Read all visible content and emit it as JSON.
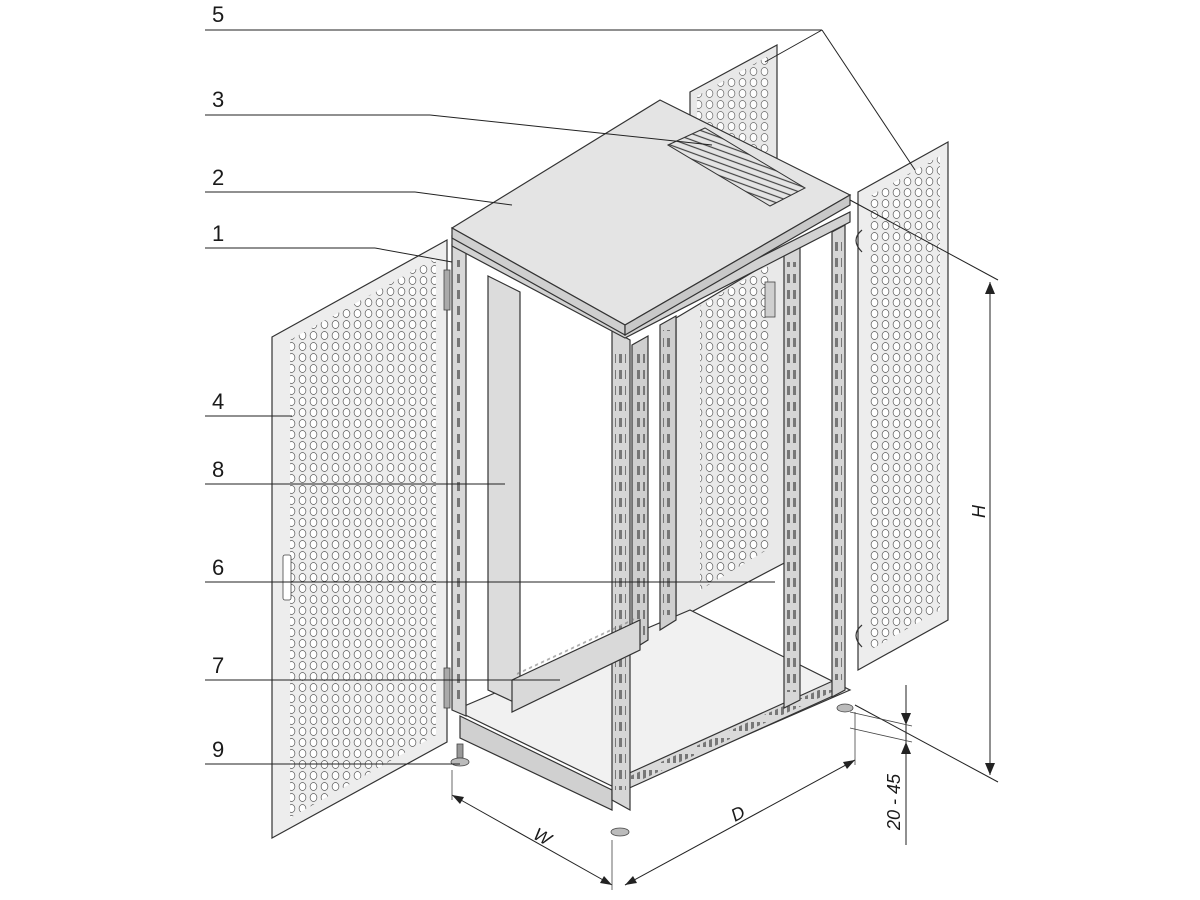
{
  "callouts": [
    {
      "id": "1",
      "label": "1"
    },
    {
      "id": "2",
      "label": "2"
    },
    {
      "id": "3",
      "label": "3"
    },
    {
      "id": "4",
      "label": "4"
    },
    {
      "id": "5",
      "label": "5"
    },
    {
      "id": "6",
      "label": "6"
    },
    {
      "id": "7",
      "label": "7"
    },
    {
      "id": "8",
      "label": "8"
    },
    {
      "id": "9",
      "label": "9"
    }
  ],
  "dimensions": {
    "width": "W",
    "depth": "D",
    "height": "H",
    "foot_adjust": "20 - 45"
  },
  "colors": {
    "panel": "#e6e6e6",
    "panel_dark": "#c9c9c9",
    "frame": "#d4d4d4",
    "line": "#333333"
  }
}
